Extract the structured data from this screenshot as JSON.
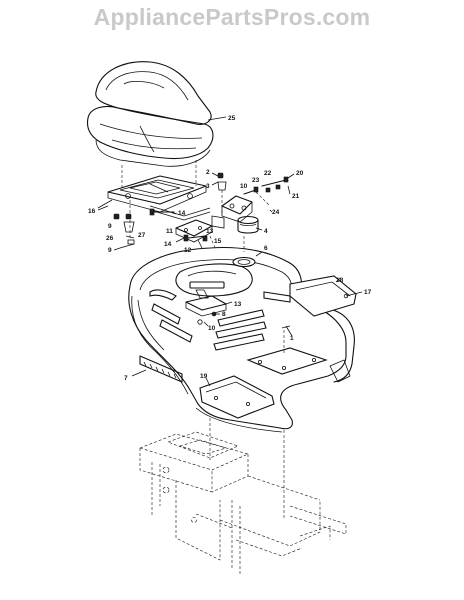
{
  "watermark": "AppliancePartsPros.com",
  "callouts": [
    {
      "id": "c25",
      "text": "25"
    },
    {
      "id": "c2",
      "text": "2"
    },
    {
      "id": "c3",
      "text": "3"
    },
    {
      "id": "c10a",
      "text": "10"
    },
    {
      "id": "c23",
      "text": "23"
    },
    {
      "id": "c22",
      "text": "22"
    },
    {
      "id": "c20",
      "text": "20"
    },
    {
      "id": "c21",
      "text": "21"
    },
    {
      "id": "c24",
      "text": "24"
    },
    {
      "id": "c16",
      "text": "16"
    },
    {
      "id": "c14a",
      "text": "14"
    },
    {
      "id": "c9a",
      "text": "9"
    },
    {
      "id": "c11",
      "text": "11"
    },
    {
      "id": "c13a",
      "text": "13"
    },
    {
      "id": "c4",
      "text": "4"
    },
    {
      "id": "c26",
      "text": "26"
    },
    {
      "id": "c27",
      "text": "27"
    },
    {
      "id": "c14b",
      "text": "14"
    },
    {
      "id": "c15",
      "text": "15"
    },
    {
      "id": "c12",
      "text": "12"
    },
    {
      "id": "c9b",
      "text": "9"
    },
    {
      "id": "c6",
      "text": "6"
    },
    {
      "id": "c18",
      "text": "18"
    },
    {
      "id": "c17",
      "text": "17"
    },
    {
      "id": "c13b",
      "text": "13"
    },
    {
      "id": "c8",
      "text": "8"
    },
    {
      "id": "c10b",
      "text": "10"
    },
    {
      "id": "c1",
      "text": "1"
    },
    {
      "id": "c7",
      "text": "7"
    },
    {
      "id": "c19",
      "text": "19"
    }
  ]
}
